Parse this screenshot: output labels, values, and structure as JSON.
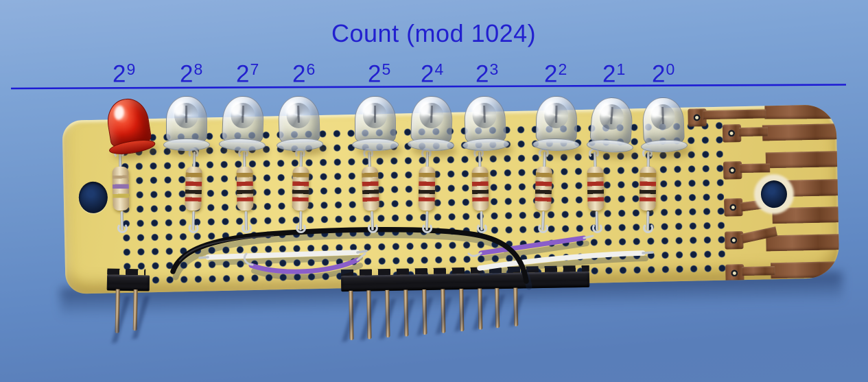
{
  "annotation": {
    "title": "Count (mod 1024)",
    "color": "#2220cf",
    "bits": [
      {
        "base": "2",
        "exponent": "9"
      },
      {
        "base": "2",
        "exponent": "8"
      },
      {
        "base": "2",
        "exponent": "7"
      },
      {
        "base": "2",
        "exponent": "6"
      },
      {
        "base": "2",
        "exponent": "5"
      },
      {
        "base": "2",
        "exponent": "4"
      },
      {
        "base": "2",
        "exponent": "3"
      },
      {
        "base": "2",
        "exponent": "2"
      },
      {
        "base": "2",
        "exponent": "1"
      },
      {
        "base": "2",
        "exponent": "0"
      }
    ]
  },
  "photo": {
    "mat_color": "#6b92c9",
    "board": {
      "type": "perfboard",
      "color": "#ead87f",
      "copper_color": "#875837",
      "edge_fingers": 7,
      "mounting_holes": 2
    },
    "leds": {
      "count": 10,
      "lit_color": "red",
      "lit_bit": "2^9",
      "others": "clear"
    },
    "resistors": {
      "count": 10
    },
    "wires": {
      "black": 1,
      "white": 2,
      "purple": 2
    },
    "headers": [
      {
        "pins": 2,
        "position": "bottom-left"
      },
      {
        "pins": 10,
        "position": "bottom-center"
      }
    ]
  }
}
